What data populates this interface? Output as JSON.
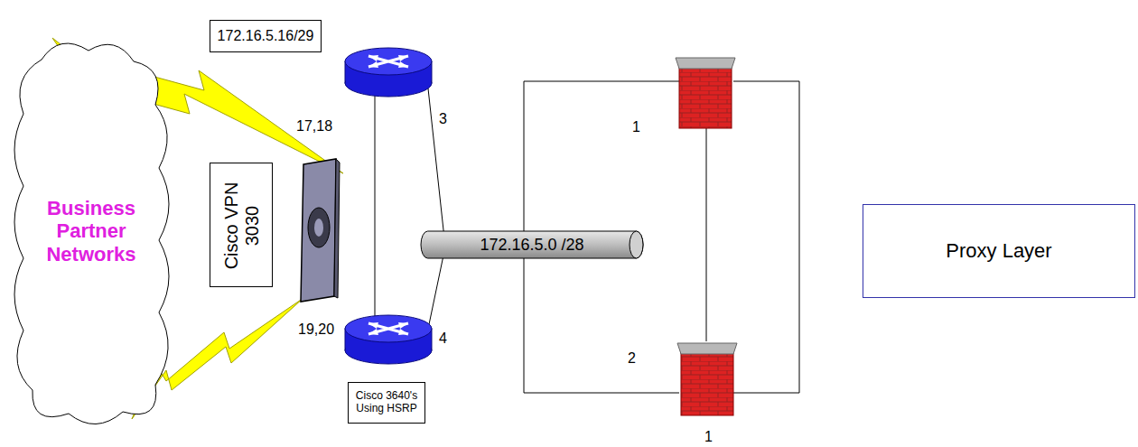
{
  "diagram": {
    "nodes": [
      {
        "text": [
          "172.16.5.16/29"
        ]
      },
      {
        "text": [
          "Business Partner Networks"
        ]
      },
      {
        "text": [
          "Cisco VPN 3030"
        ]
      },
      {
        "text": [
          "172.16.5.0 /28"
        ]
      },
      {
        "text": [
          "Proxy Layer"
        ]
      },
      {
        "text": [
          "Cisco 3640's Using HSRP"
        ]
      }
    ],
    "labels": [
      "17,18",
      "3",
      "1",
      "19,20",
      "4",
      "2",
      "1"
    ]
  }
}
